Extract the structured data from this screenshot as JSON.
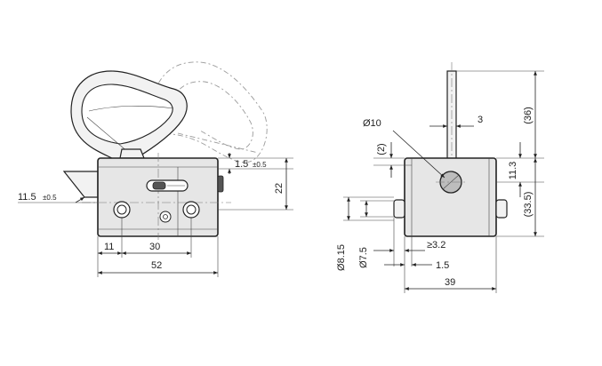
{
  "drawing": {
    "left_view": {
      "dims": {
        "d_1_5": "1.5",
        "d_1_5_tol": "±0.5",
        "d_22": "22",
        "d_11_5": "11.5",
        "d_11_5_tol": "±0.5",
        "d_11": "11",
        "d_30": "30",
        "d_52": "52"
      }
    },
    "right_view": {
      "dims": {
        "d_phi10": "Ø10",
        "d_3": "3",
        "d_36": "(36)",
        "d_2": "(2)",
        "d_11_3": "11.3",
        "d_33_5": "(33.5)",
        "d_phi8_15": "Ø8.15",
        "d_phi7_5": "Ø7.5",
        "d_ge3_2": "≥3.2",
        "d_1_5": "1.5",
        "d_39": "39"
      }
    }
  }
}
